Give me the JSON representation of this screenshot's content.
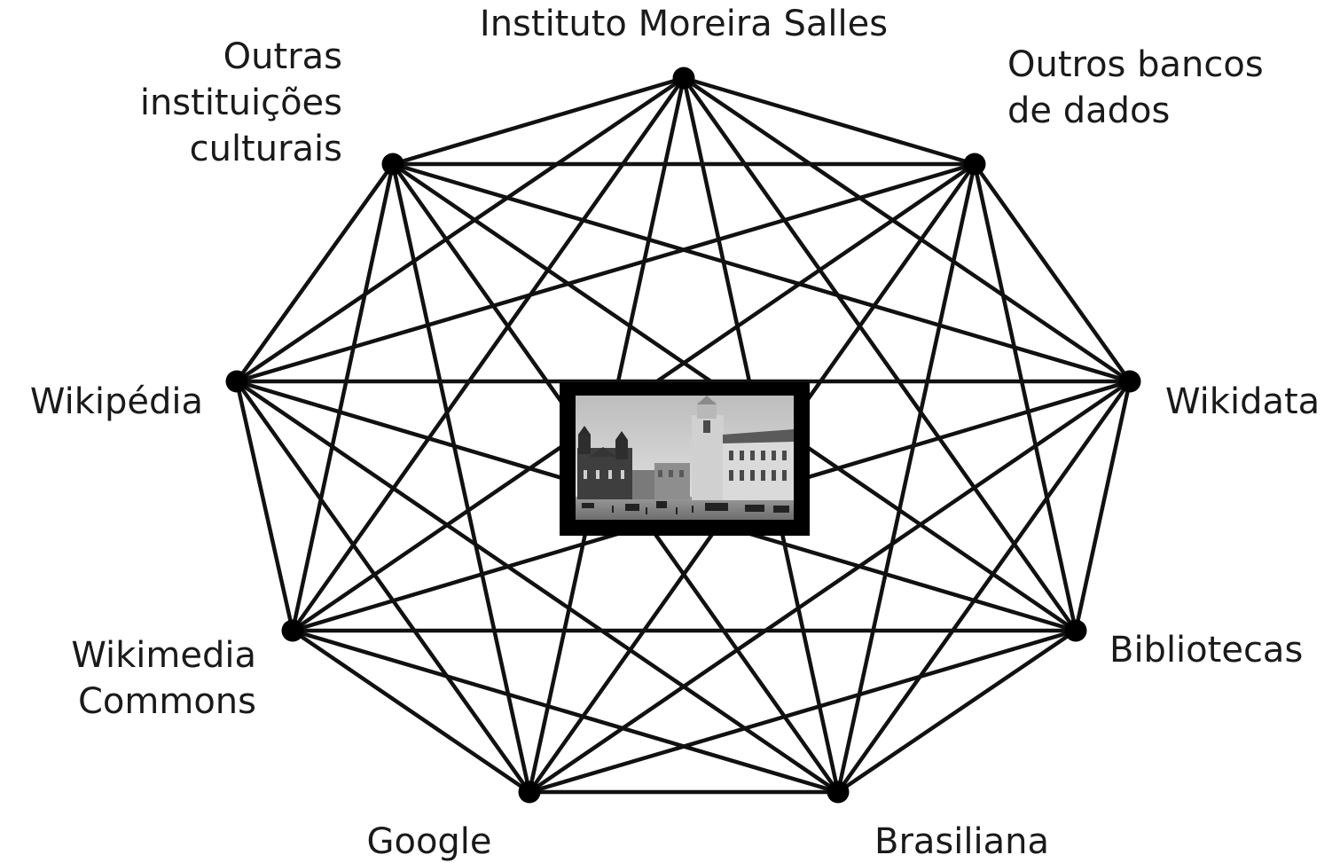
{
  "diagram": {
    "nodes": [
      {
        "id": "ims",
        "label_lines": [
          "Instituto Moreira Salles"
        ]
      },
      {
        "id": "outros-bancos",
        "label_lines": [
          "Outros bancos",
          "de dados"
        ]
      },
      {
        "id": "wikidata",
        "label_lines": [
          "Wikidata"
        ]
      },
      {
        "id": "bibliotecas",
        "label_lines": [
          "Bibliotecas"
        ]
      },
      {
        "id": "brasiliana",
        "label_lines": [
          "Brasiliana"
        ]
      },
      {
        "id": "google",
        "label_lines": [
          "Google"
        ]
      },
      {
        "id": "wikimedia-commons",
        "label_lines": [
          "Wikimedia",
          "Commons"
        ]
      },
      {
        "id": "wikipedia",
        "label_lines": [
          "Wikipédia"
        ]
      },
      {
        "id": "outras-instituicoes",
        "label_lines": [
          "Outras",
          "instituições",
          "culturais"
        ]
      }
    ],
    "connections": "complete-graph",
    "center": {
      "type": "historic-photograph",
      "subject": "black-and-white photograph of a city square with churches and horse carriages"
    },
    "colors": {
      "line": "#111111",
      "node": "#000000",
      "text": "#1a1a1a",
      "frame": "#000000"
    }
  }
}
